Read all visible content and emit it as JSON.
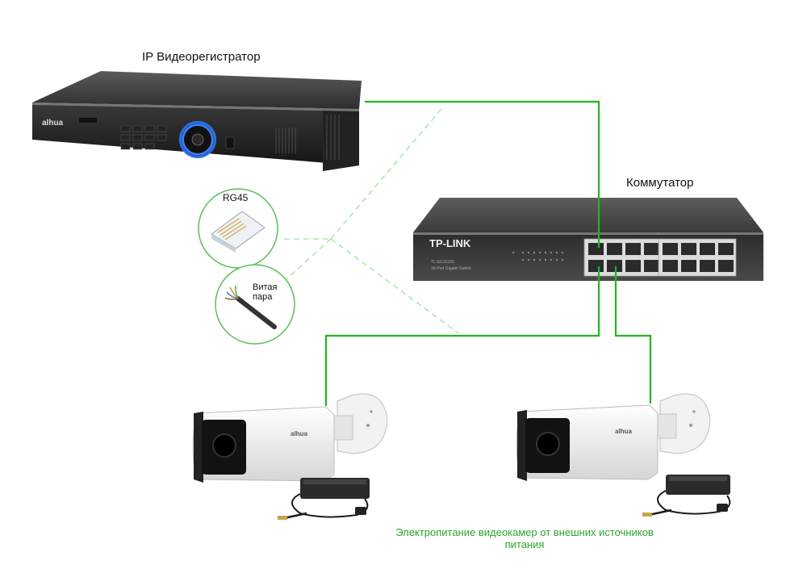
{
  "labels": {
    "nvr": "IP Видеорегистратор",
    "switch": "Коммутатор",
    "rg45": "RG45",
    "twisted_line1": "Витая",
    "twisted_line2": "пара",
    "power_line1": "Электропитание видеокамер от внешних источников",
    "power_line2": "питания"
  },
  "devices": {
    "nvr_brand": "alhua",
    "switch_brand": "TP-LINK",
    "switch_model": "TL-SG1016D",
    "switch_subtitle": "16-Port Gigabit Switch",
    "camera_brand": "alhua"
  },
  "colors": {
    "cable": "#22b522",
    "dashed": "#9fe09f",
    "circle_border": "#58c058",
    "caption": "#2aa52a"
  }
}
